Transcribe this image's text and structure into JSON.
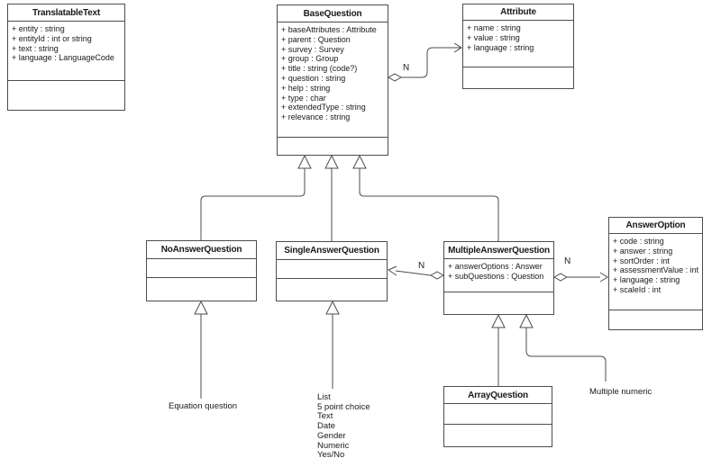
{
  "diagram": {
    "type": "uml-class-diagram",
    "colors": {
      "background": "#ffffff",
      "line": "#4d4d4d",
      "text": "#1a1a1a"
    },
    "classes": [
      {
        "id": "translatable-text",
        "name": "TranslatableText",
        "attributes": [
          "+ entity : string",
          "+ entityId : int or string",
          "+ text : string",
          "+ language : LanguageCode"
        ]
      },
      {
        "id": "base-question",
        "name": "BaseQuestion",
        "attributes": [
          "+ baseAttributes : Attribute",
          "+ parent : Question",
          "+ survey : Survey",
          "+ group : Group",
          "+ title : string (code?)",
          "+ question : string",
          "+ help : string",
          "+ type : char",
          "+ extendedType : string",
          "+ relevance : string"
        ]
      },
      {
        "id": "attribute",
        "name": "Attribute",
        "attributes": [
          "+ name : string",
          "+ value : string",
          "+ language : string"
        ]
      },
      {
        "id": "no-answer-question",
        "name": "NoAnswerQuestion",
        "attributes": []
      },
      {
        "id": "single-answer-question",
        "name": "SingleAnswerQuestion",
        "attributes": []
      },
      {
        "id": "multiple-answer-question",
        "name": "MultipleAnswerQuestion",
        "attributes": [
          "+ answerOptions : Answer",
          "+ subQuestions : Question"
        ]
      },
      {
        "id": "answer-option",
        "name": "AnswerOption",
        "attributes": [
          "+ code : string",
          "+ answer : string",
          "+ sortOrder : int",
          "+ assessmentValue : int",
          "+ language : string",
          "+ scaleId : int"
        ]
      },
      {
        "id": "array-question",
        "name": "ArrayQuestion",
        "attributes": []
      }
    ],
    "relationships": [
      {
        "from": "BaseQuestion",
        "to": "Attribute",
        "type": "aggregation",
        "label": "N"
      },
      {
        "from": "MultipleAnswerQuestion",
        "to": "SingleAnswerQuestion",
        "type": "aggregation",
        "label": "N"
      },
      {
        "from": "MultipleAnswerQuestion",
        "to": "AnswerOption",
        "type": "aggregation",
        "label": "N"
      },
      {
        "from": "NoAnswerQuestion",
        "to": "BaseQuestion",
        "type": "generalization"
      },
      {
        "from": "SingleAnswerQuestion",
        "to": "BaseQuestion",
        "type": "generalization"
      },
      {
        "from": "MultipleAnswerQuestion",
        "to": "BaseQuestion",
        "type": "generalization"
      },
      {
        "from": "ArrayQuestion",
        "to": "MultipleAnswerQuestion",
        "type": "generalization"
      }
    ],
    "annotations": {
      "equation": "Equation question",
      "single_answer_types": [
        "List",
        "5 point choice",
        "Text",
        "Date",
        "Gender",
        "Numeric",
        "Yes/No"
      ],
      "multiple_numeric": "Multiple numeric"
    }
  }
}
